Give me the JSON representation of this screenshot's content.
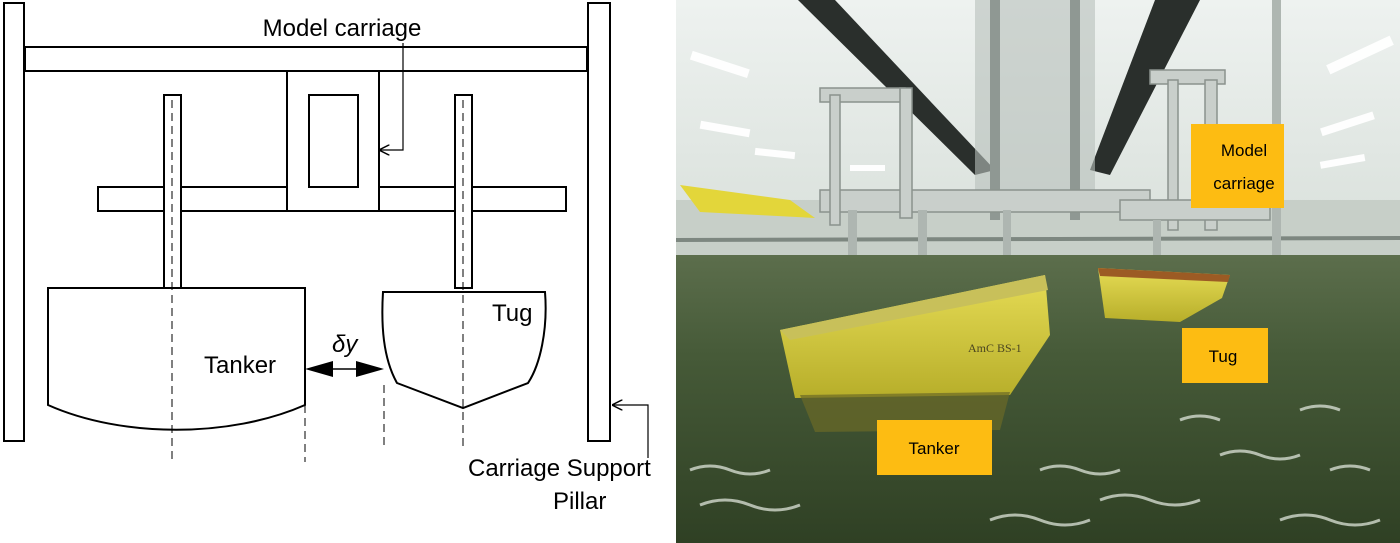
{
  "diagram": {
    "model_carriage": "Model carriage",
    "tanker": "Tanker",
    "tug": "Tug",
    "delta_y": "δy",
    "support_line1": "Carriage Support",
    "support_line2": "Pillar"
  },
  "photo": {
    "model_carriage_line1": "Model",
    "model_carriage_line2": "carriage",
    "tug": "Tug",
    "tanker": "Tanker",
    "hull_marking": "AmC BS-1"
  },
  "colors": {
    "label_box": "#FDBC12",
    "water": "#3f5535",
    "hull": "#d6cd3a",
    "ceiling": "#dfe6e3"
  }
}
